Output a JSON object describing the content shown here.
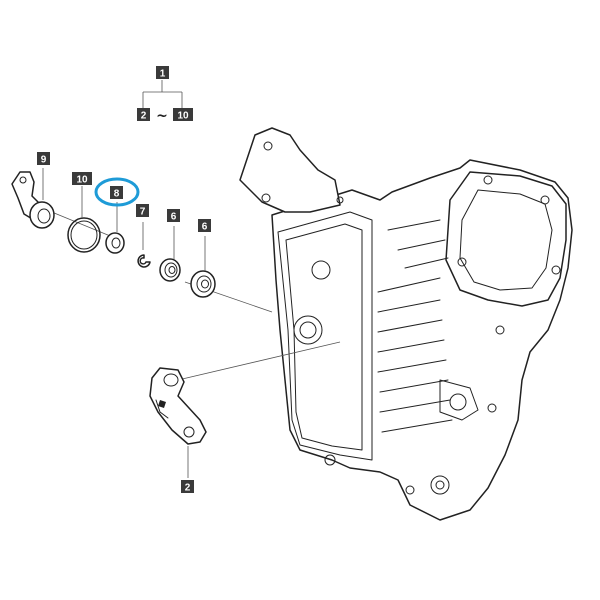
{
  "callouts": {
    "range_start": "2",
    "range_end": "10",
    "range_separator": "~",
    "group": "1",
    "item_9": "9",
    "item_10": "10",
    "item_8": "8",
    "item_7": "7",
    "item_6a": "6",
    "item_6b": "6",
    "item_2": "2"
  },
  "highlight": {
    "part": "8",
    "color": "#1e9bd7"
  }
}
